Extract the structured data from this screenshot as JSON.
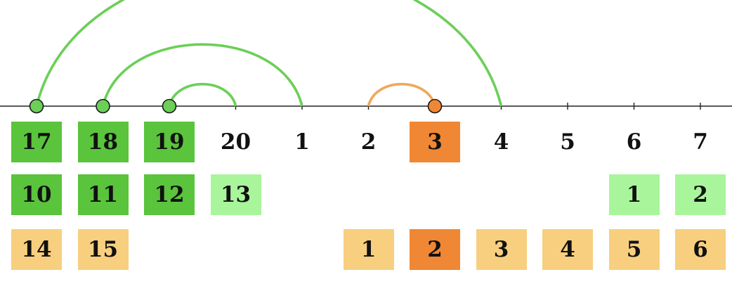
{
  "colors": {
    "dark_green": "#5ac43c",
    "light_green": "#a9f59c",
    "orange": "#ef8734",
    "light_orange": "#f7cf7f",
    "arc_green": "#6ccf58",
    "arc_orange": "#f0a85a",
    "axis": "#222222"
  },
  "rows": [
    {
      "name": "row-top",
      "cells": [
        {
          "text": "17",
          "fill": "dark_green"
        },
        {
          "text": "18",
          "fill": "dark_green"
        },
        {
          "text": "19",
          "fill": "dark_green"
        },
        {
          "text": "20",
          "fill": null
        },
        {
          "text": "1",
          "fill": null
        },
        {
          "text": "2",
          "fill": null
        },
        {
          "text": "3",
          "fill": "orange"
        },
        {
          "text": "4",
          "fill": null
        },
        {
          "text": "5",
          "fill": null
        },
        {
          "text": "6",
          "fill": null
        },
        {
          "text": "7",
          "fill": null
        }
      ]
    },
    {
      "name": "row-middle",
      "cells": [
        {
          "text": "10",
          "fill": "dark_green"
        },
        {
          "text": "11",
          "fill": "dark_green"
        },
        {
          "text": "12",
          "fill": "dark_green"
        },
        {
          "text": "13",
          "fill": "light_green"
        },
        {
          "text": "",
          "fill": null
        },
        {
          "text": "",
          "fill": null
        },
        {
          "text": "",
          "fill": null
        },
        {
          "text": "",
          "fill": null
        },
        {
          "text": "",
          "fill": null
        },
        {
          "text": "1",
          "fill": "light_green"
        },
        {
          "text": "2",
          "fill": "light_green"
        }
      ]
    },
    {
      "name": "row-bottom",
      "cells": [
        {
          "text": "14",
          "fill": "light_orange"
        },
        {
          "text": "15",
          "fill": "light_orange"
        },
        {
          "text": "",
          "fill": null
        },
        {
          "text": "",
          "fill": null
        },
        {
          "text": "",
          "fill": null
        },
        {
          "text": "1",
          "fill": "light_orange"
        },
        {
          "text": "2",
          "fill": "orange"
        },
        {
          "text": "3",
          "fill": "light_orange"
        },
        {
          "text": "4",
          "fill": "light_orange"
        },
        {
          "text": "5",
          "fill": "light_orange"
        },
        {
          "text": "6",
          "fill": "light_orange"
        }
      ]
    }
  ],
  "arcs": [
    {
      "from": 0,
      "to": 7,
      "color": "arc_green"
    },
    {
      "from": 1,
      "to": 4,
      "color": "arc_green"
    },
    {
      "from": 2,
      "to": 3,
      "color": "arc_green"
    },
    {
      "from": 6,
      "to": 5,
      "color": "arc_orange"
    }
  ],
  "markers": [
    {
      "column": 0,
      "color": "arc_green"
    },
    {
      "column": 1,
      "color": "arc_green"
    },
    {
      "column": 2,
      "color": "arc_green"
    },
    {
      "column": 6,
      "color": "orange"
    }
  ]
}
